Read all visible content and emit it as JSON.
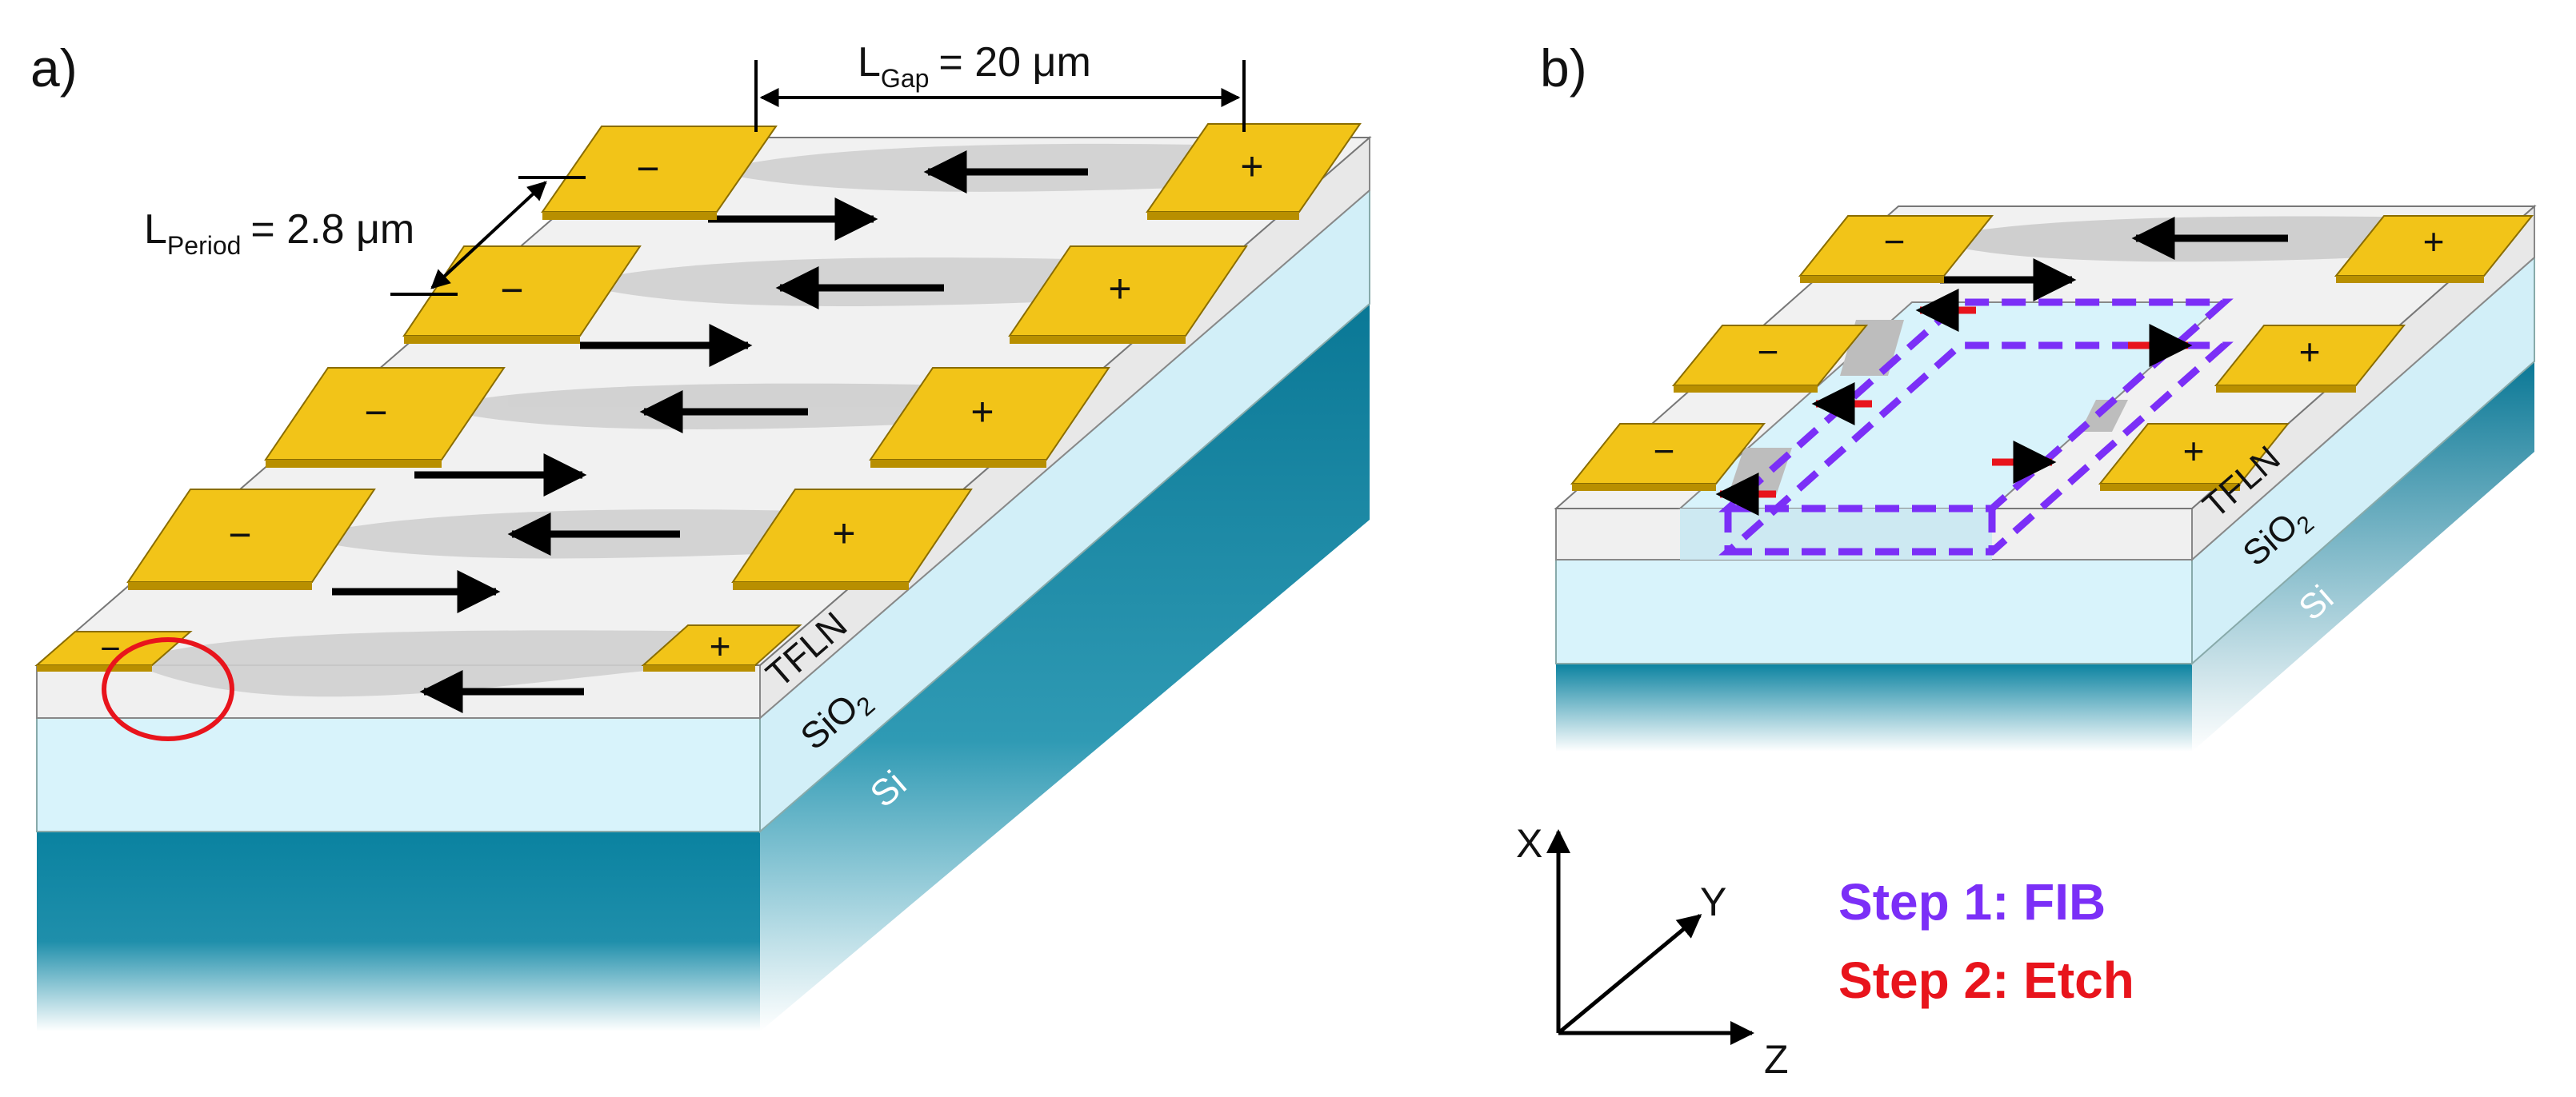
{
  "panel_a": {
    "label": "a)",
    "gap_main": "L",
    "gap_sub": "Gap",
    "gap_value": "= 20 μm",
    "period_main": "L",
    "period_sub": "Period",
    "period_value": "= 2.8 μm",
    "layer_tfln": "TFLN",
    "layer_sio2_main": "SiO",
    "layer_sio2_sub": "2",
    "layer_si": "Si",
    "electrode_negative": "−",
    "electrode_positive": "+"
  },
  "panel_b": {
    "label": "b)",
    "layer_tfln": "TFLN",
    "layer_sio2_main": "SiO",
    "layer_sio2_sub": "2",
    "layer_si": "Si",
    "electrode_negative": "−",
    "electrode_positive": "+"
  },
  "axes": {
    "x": "X",
    "y": "Y",
    "z": "Z"
  },
  "legend": {
    "step1": "Step 1: FIB",
    "step2": "Step 2: Etch",
    "step1_color": "#7b2ff7",
    "step2_color": "#e8141c"
  },
  "colors": {
    "electrode": "#f2c418",
    "substrate": "#0a82a0",
    "oxide": "#d8f3fb",
    "film": "#f1f1f1",
    "domain": "#cfcfcf"
  }
}
